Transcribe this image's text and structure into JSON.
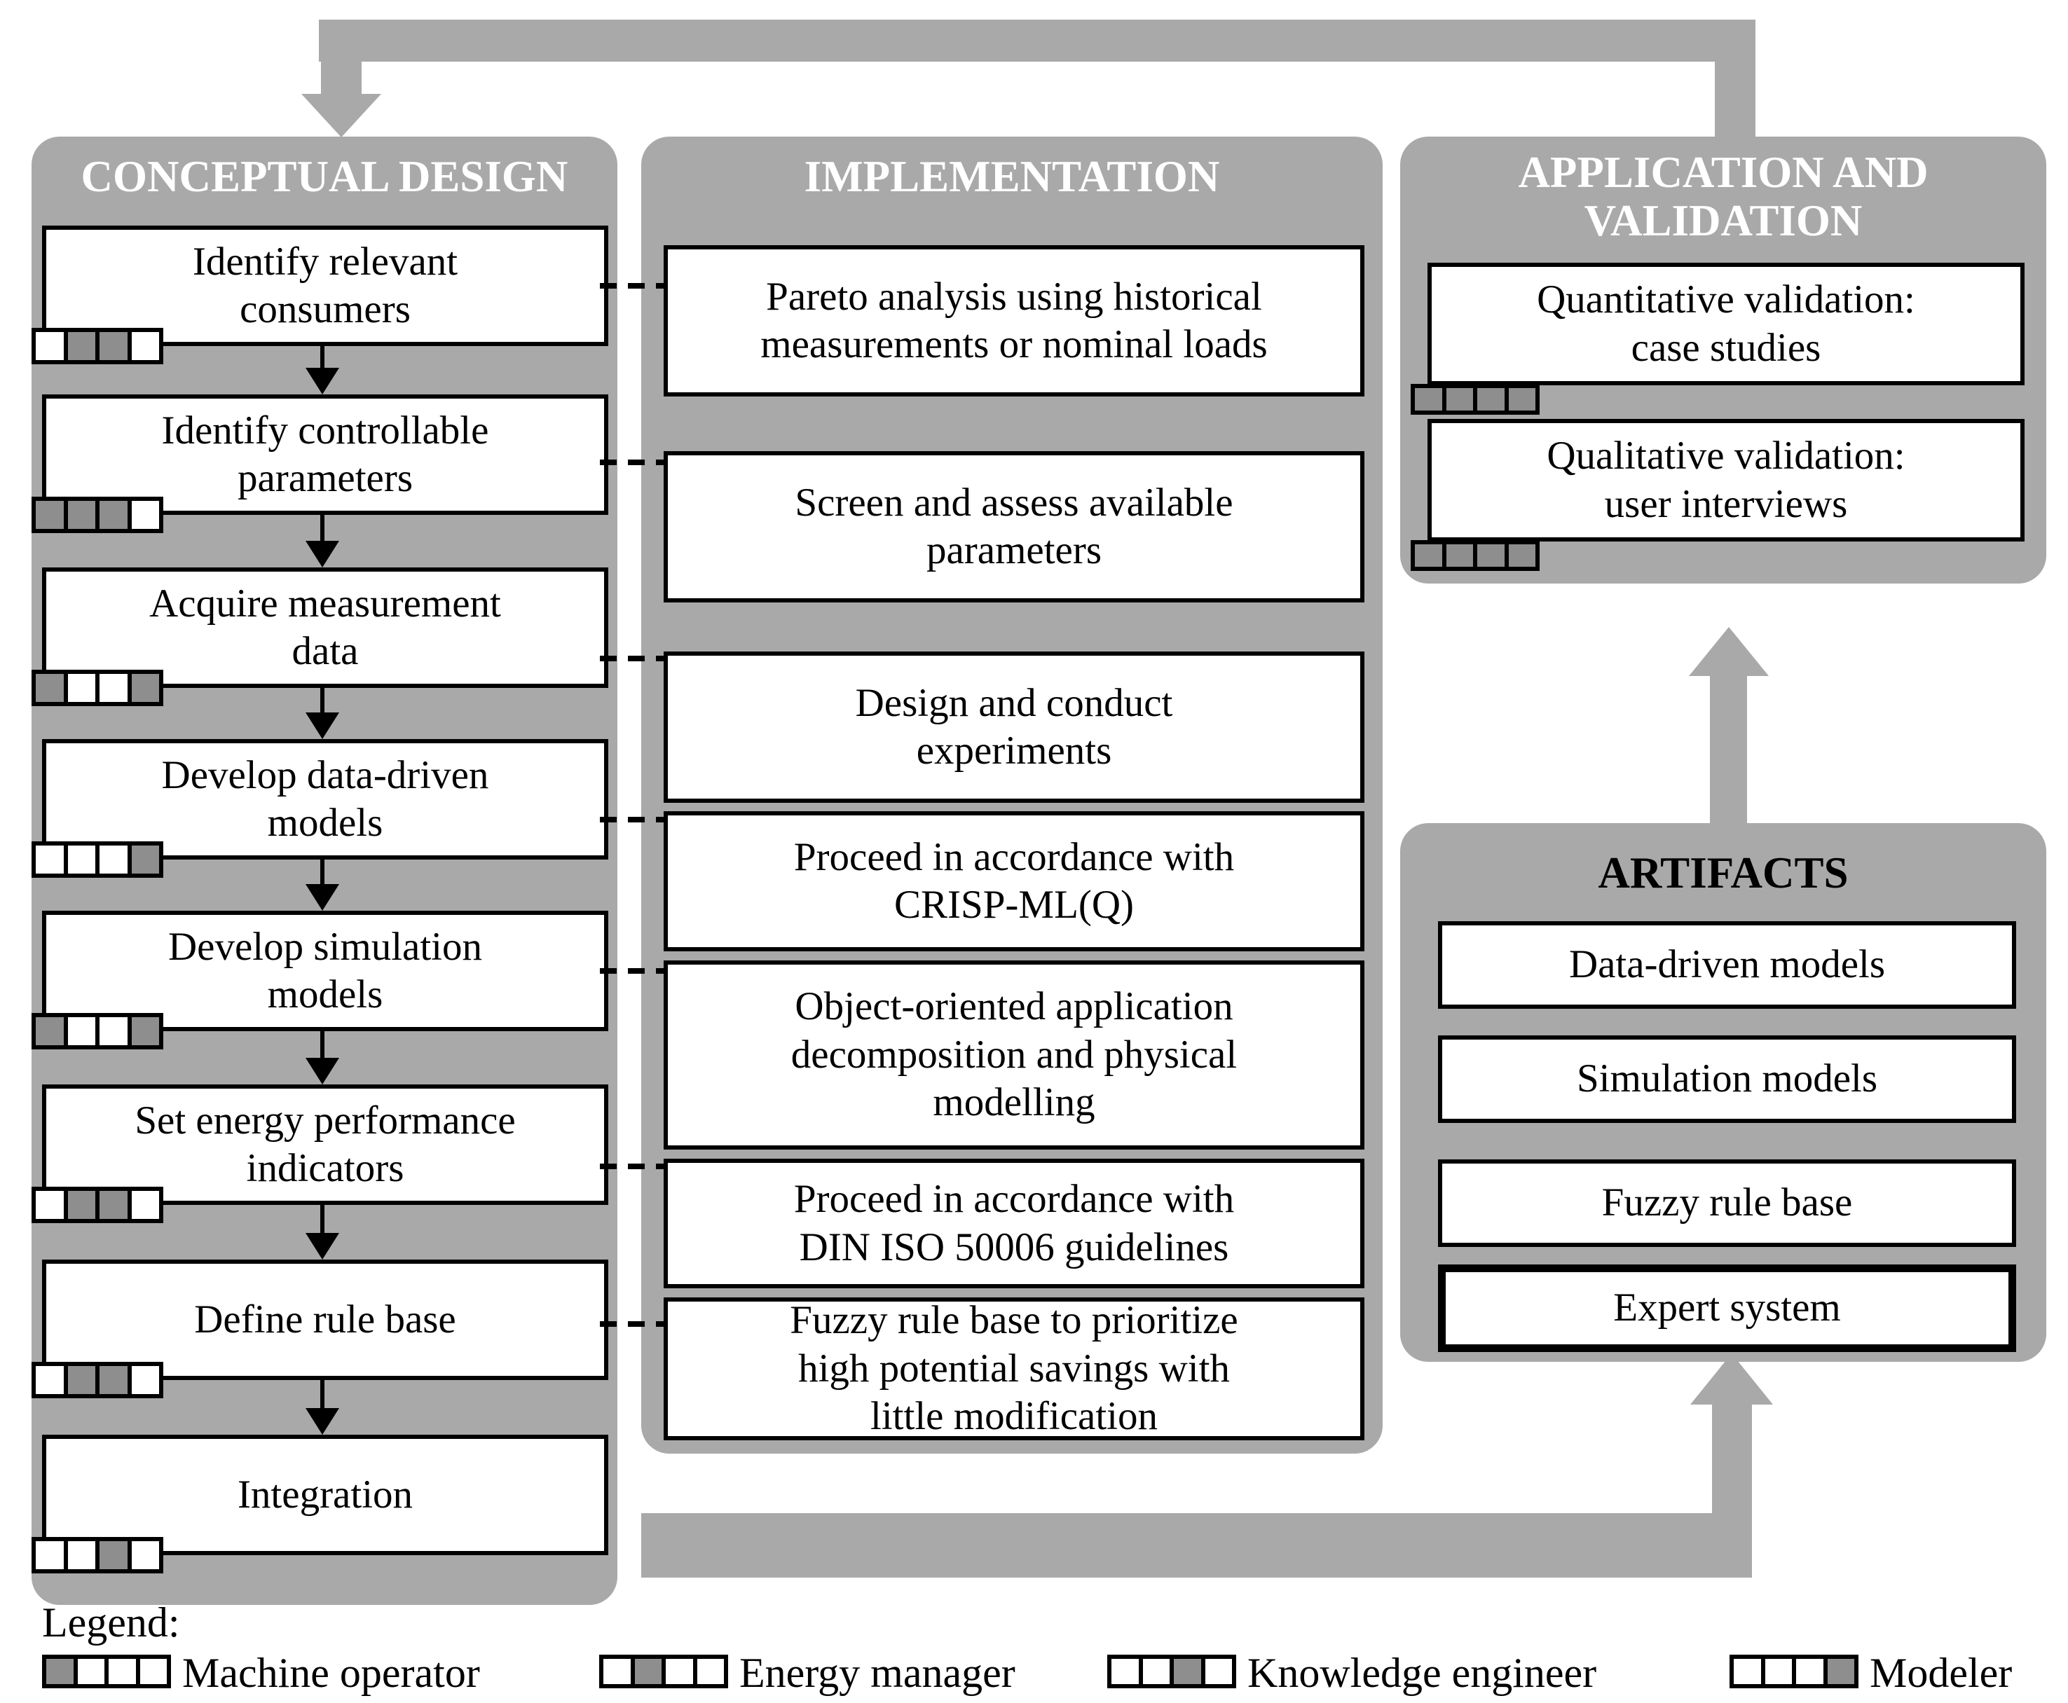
{
  "diagram": {
    "background": "#ffffff",
    "panel_color": "#a9a9a9",
    "role_filled_color": "#8e8e8e",
    "role_empty_color": "#ffffff",
    "roles": [
      "Machine operator",
      "Energy manager",
      "Knowledge engineer",
      "Modeler"
    ],
    "panels": {
      "conceptual_design": {
        "title": "CONCEPTUAL DESIGN",
        "steps": [
          {
            "lines": [
              "Identify relevant",
              "consumers"
            ],
            "roles": [
              0,
              1,
              1,
              0
            ]
          },
          {
            "lines": [
              "Identify controllable",
              "parameters"
            ],
            "roles": [
              1,
              1,
              1,
              0
            ]
          },
          {
            "lines": [
              "Acquire measurement",
              "data"
            ],
            "roles": [
              1,
              0,
              0,
              1
            ]
          },
          {
            "lines": [
              "Develop data-driven",
              "models"
            ],
            "roles": [
              0,
              0,
              0,
              1
            ]
          },
          {
            "lines": [
              "Develop simulation",
              "models"
            ],
            "roles": [
              1,
              0,
              0,
              1
            ]
          },
          {
            "lines": [
              "Set energy performance",
              "indicators"
            ],
            "roles": [
              0,
              1,
              1,
              0
            ]
          },
          {
            "lines": [
              "Define rule base"
            ],
            "roles": [
              0,
              1,
              1,
              0
            ]
          },
          {
            "lines": [
              "Integration"
            ],
            "roles": [
              0,
              0,
              1,
              0
            ]
          }
        ]
      },
      "implementation": {
        "title": "IMPLEMENTATION",
        "methods": [
          {
            "lines": [
              "Pareto analysis using historical",
              "measurements or nominal loads"
            ]
          },
          {
            "lines": [
              "Screen and assess available",
              "parameters"
            ]
          },
          {
            "lines": [
              "Design and conduct",
              "experiments"
            ]
          },
          {
            "lines": [
              "Proceed in accordance with",
              "CRISP-ML(Q)"
            ]
          },
          {
            "lines": [
              "Object-oriented application",
              "decomposition and physical",
              "modelling"
            ]
          },
          {
            "lines": [
              "Proceed in accordance with",
              "DIN ISO 50006 guidelines"
            ]
          },
          {
            "lines": [
              "Fuzzy rule base to prioritize",
              "high potential savings with",
              "little modification"
            ]
          }
        ]
      },
      "application_validation": {
        "title": "APPLICATION AND VALIDATION",
        "items": [
          {
            "lines": [
              "Quantitative validation:",
              "case studies"
            ],
            "roles": [
              1,
              1,
              1,
              1
            ]
          },
          {
            "lines": [
              "Qualitative validation:",
              "user interviews"
            ],
            "roles": [
              1,
              1,
              1,
              1
            ]
          }
        ]
      },
      "artifacts": {
        "title": "ARTIFACTS",
        "items": [
          {
            "lines": [
              "Data-driven models"
            ],
            "emphasis": false
          },
          {
            "lines": [
              "Simulation models"
            ],
            "emphasis": false
          },
          {
            "lines": [
              "Fuzzy rule base"
            ],
            "emphasis": false
          },
          {
            "lines": [
              "Expert system"
            ],
            "emphasis": true
          }
        ]
      }
    },
    "legend": {
      "label": "Legend:",
      "entries": [
        {
          "label": "Machine operator",
          "roles": [
            1,
            0,
            0,
            0
          ]
        },
        {
          "label": "Energy manager",
          "roles": [
            0,
            1,
            0,
            0
          ]
        },
        {
          "label": "Knowledge engineer",
          "roles": [
            0,
            0,
            1,
            0
          ]
        },
        {
          "label": "Modeler",
          "roles": [
            0,
            0,
            0,
            1
          ]
        }
      ]
    }
  }
}
